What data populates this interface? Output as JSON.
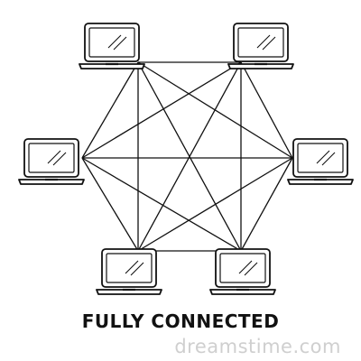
{
  "diagram": {
    "caption": "FULLY CONNECTED",
    "nodes": [
      {
        "id": "laptop-top-left"
      },
      {
        "id": "laptop-top-right"
      },
      {
        "id": "laptop-middle-right"
      },
      {
        "id": "laptop-bottom-right"
      },
      {
        "id": "laptop-bottom-left"
      },
      {
        "id": "laptop-middle-left"
      }
    ],
    "connection": "every node linked to every other node"
  },
  "watermark": {
    "text": "dreamstime.com"
  },
  "colors": {
    "line": "#111111",
    "background": "#ffffff",
    "watermark": "#cfcfcf"
  }
}
